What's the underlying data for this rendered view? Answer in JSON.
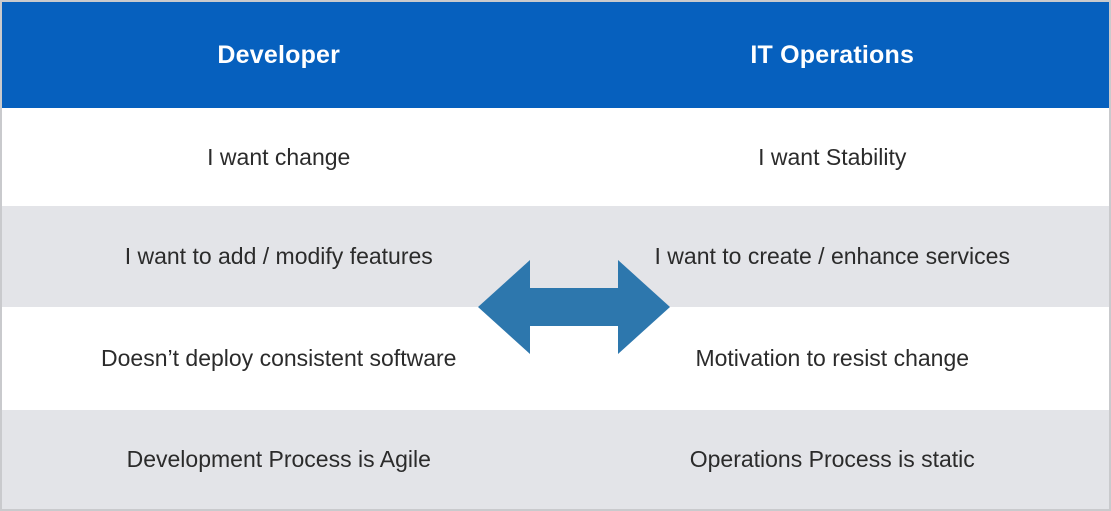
{
  "table": {
    "columns": [
      {
        "header": "Developer"
      },
      {
        "header": "IT Operations"
      }
    ],
    "rows": [
      {
        "left": "I want change",
        "right": "I want Stability"
      },
      {
        "left": "I want to add / modify features",
        "right": "I want to create / enhance services"
      },
      {
        "left": "Doesn’t deploy consistent software",
        "right": "Motivation to resist change"
      },
      {
        "left": "Development Process is Agile",
        "right": "Operations Process is static"
      }
    ]
  },
  "center_graphic": {
    "name": "double-headed-horizontal-arrow",
    "meaning": "tension / opposing pull between Developer and IT Operations"
  },
  "colors": {
    "header_blue": "#0660be",
    "header_text": "#ffffff",
    "row_white": "#ffffff",
    "row_gray": "#e3e4e8",
    "body_text": "#2b2b2b",
    "arrow_blue": "#2d77ad",
    "outer_border": "#c9cacd"
  }
}
